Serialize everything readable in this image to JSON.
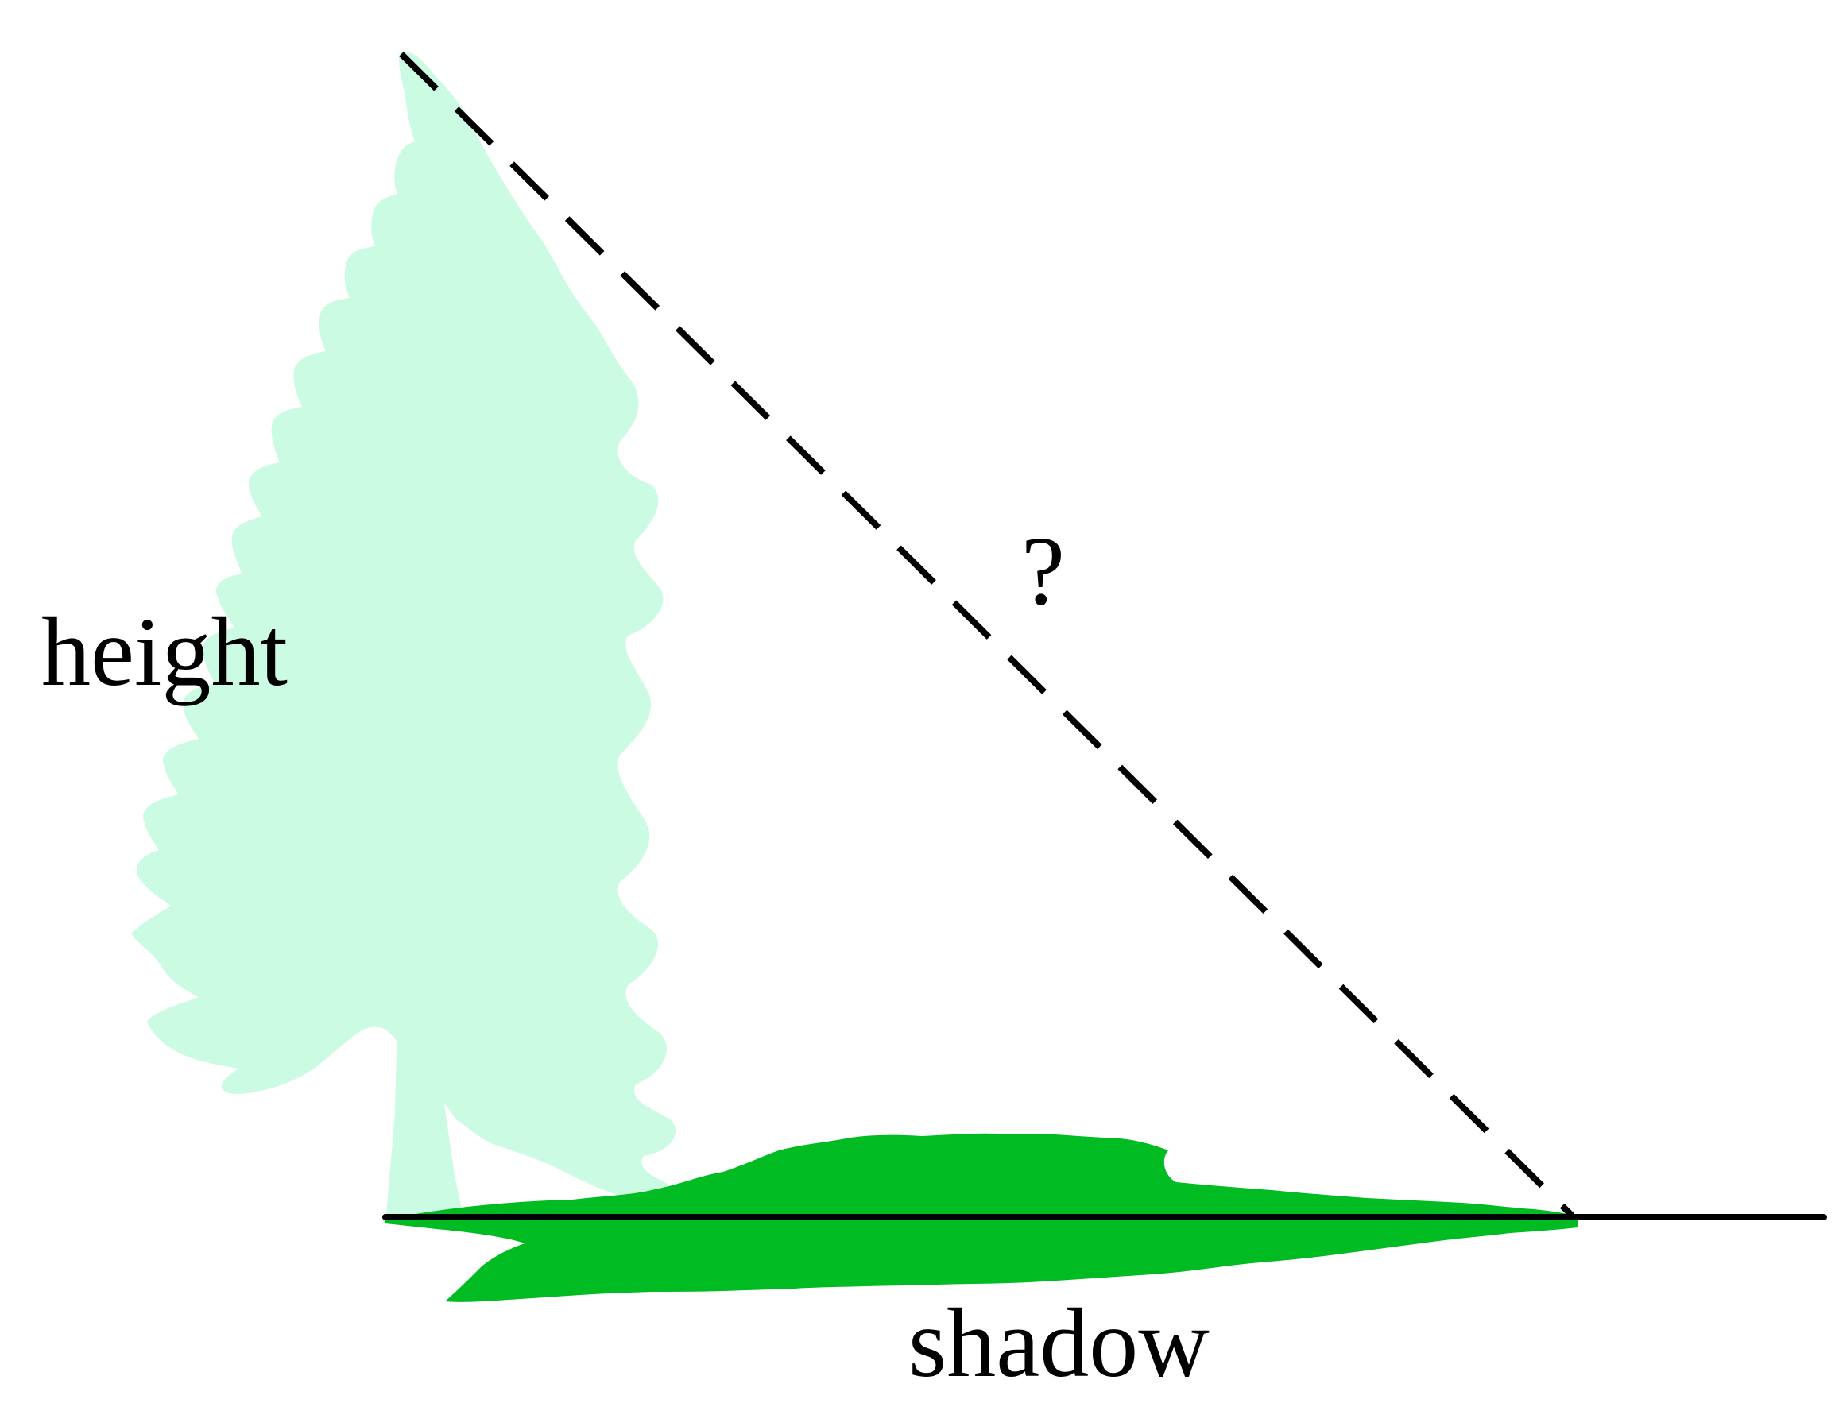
{
  "labels": {
    "height": "height",
    "shadow": "shadow",
    "hypotenuse": "?"
  },
  "colors": {
    "tree": "#ccfbe3",
    "shadow": "#00bb22",
    "ground_line": "#000000",
    "hypotenuse": "#000000",
    "text": "#000000"
  },
  "elements": {
    "tree": "tree-silhouette",
    "shadow": "tree-shadow",
    "ground": "ground-line",
    "hypotenuse": "dashed-hypotenuse"
  }
}
